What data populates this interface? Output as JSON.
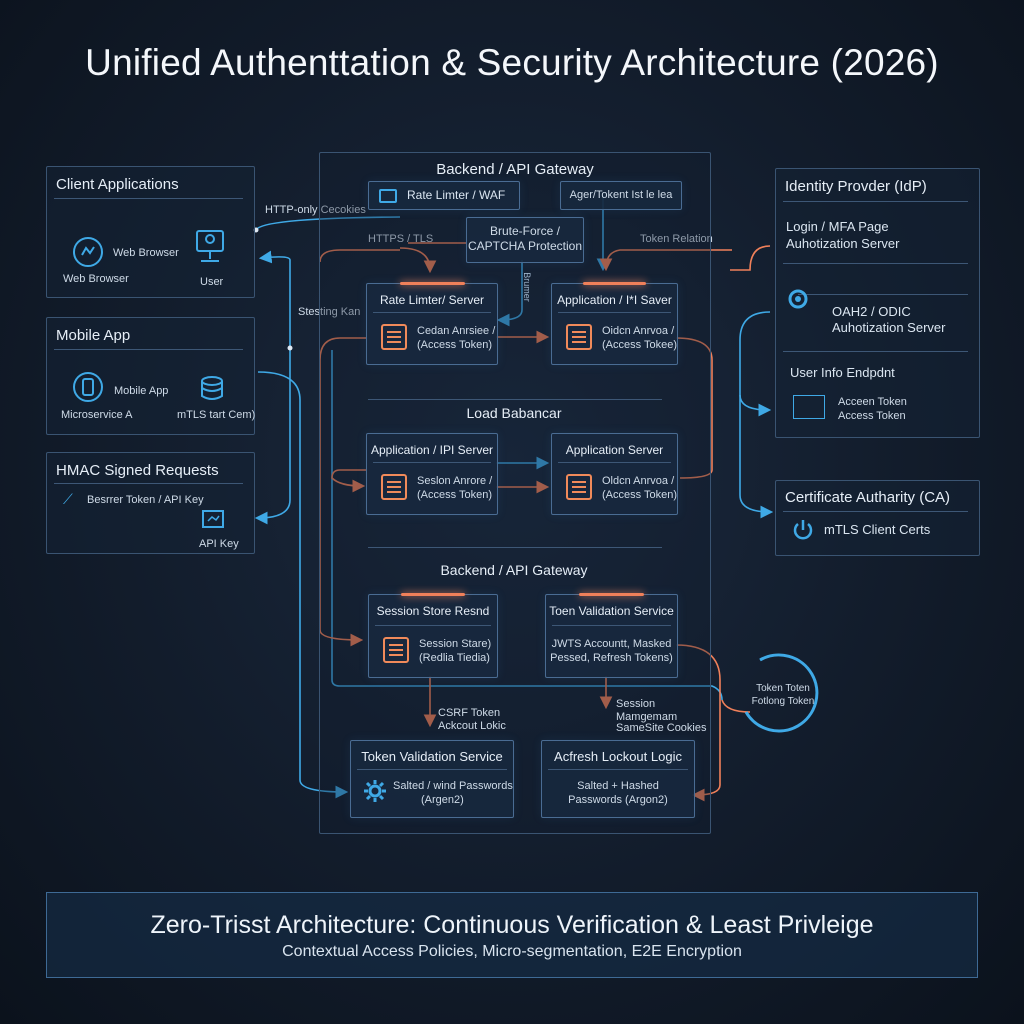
{
  "title": "Unified Authenttation & Security Architecture (2026)",
  "client": {
    "title": "Client Applications",
    "browser_label": "Web Browser",
    "browser_label2": "Web Browser",
    "user_label": "User",
    "http_cookies": "HTTP-only Cecokies"
  },
  "mobile": {
    "title": "Mobile App",
    "mobile_label": "Mobile App",
    "micro_label": "Microservice A",
    "mtls_label": "mTLS tart Cem)"
  },
  "hmac": {
    "title": "HMAC Signed Requests",
    "bearer": "Besrrer Token / API Key",
    "api_key": "API Key"
  },
  "links": {
    "https": "HTTPS / TLS",
    "steering": "Stesting Kan",
    "token_relation": "Token Relation"
  },
  "gateway": {
    "title": "Backend / API Gateway",
    "rate_waf": "Rate Limter / WAF",
    "ager": "Ager/Tokent Ist le lea",
    "brute": "Brute-Force /",
    "captcha": "CAPTCHA Protection",
    "rate_server": "Rate Limter/ Server",
    "rate_server_l1": "Cedan Anrsiee /",
    "rate_server_l2": "(Access Token)",
    "app_saver": "Application / I*I Saver",
    "app_saver_l1": "Oidcn Anrvoa /",
    "app_saver_l2": "(Access Tokee)",
    "vertical_label": "Brumer",
    "load_balancer": "Load Babancar",
    "app_api": "Application / IPI Server",
    "app_api_l1": "Seslon Anrore /",
    "app_api_l2": "(Access Token)",
    "app_server": "Application Server",
    "app_server_l1": "Oldcn Anrvoa /",
    "app_server_l2": "(Access Token)",
    "backend2": "Backend / API Gateway",
    "session_store": "Session Store Resnd",
    "session_store_l1": "Session Stare)",
    "session_store_l2": "(Redlia Tiedia)",
    "token_val": "Toen Validation Service",
    "token_val_l1": "JWTS Accountt, Masked",
    "token_val_l2": "Pessed, Refresh Tokens)",
    "csrf_l1": "CSRF Token",
    "csrf_l2": "Ackcout Lokic",
    "sess_l1": "Session",
    "sess_l2": "Mamgemam",
    "sess_l3": "SameSite Cookies",
    "token_val2": "Token Validation Service",
    "token_val2_l1": "Salted / wind Passwords",
    "token_val2_l2": "(Argen2)",
    "refresh_lock": "Acfresh Lockout Logic",
    "refresh_lock_l1": "Salted + Hashed",
    "refresh_lock_l2": "Passwords (Argon2)"
  },
  "idp": {
    "title": "Identity Provder (IdP)",
    "login_l1": "Login / MFA Page",
    "login_l2": "Auhotization Server",
    "oauth_l1": "OAH2 / ODIC",
    "oauth_l2": "Auhotization Server",
    "userinfo": "User Info Endpdnt",
    "access_l1": "Acceen Token",
    "access_l2": "Access Token"
  },
  "ca": {
    "title": "Certificate Autharity (CA)",
    "mtls": "mTLS Client Certs"
  },
  "rotation": {
    "l1": "Token Toten",
    "l2": "Fotlong Token"
  },
  "footer": {
    "title": "Zero-Trisst Architecture: Continuous Verification & Least Privleige",
    "subtitle": "Contextual Access Policies, Micro-segmentation, E2E Encryption"
  },
  "colors": {
    "orange": "#f0805a",
    "blue": "#3fa9e6",
    "border": "#3a5472"
  }
}
